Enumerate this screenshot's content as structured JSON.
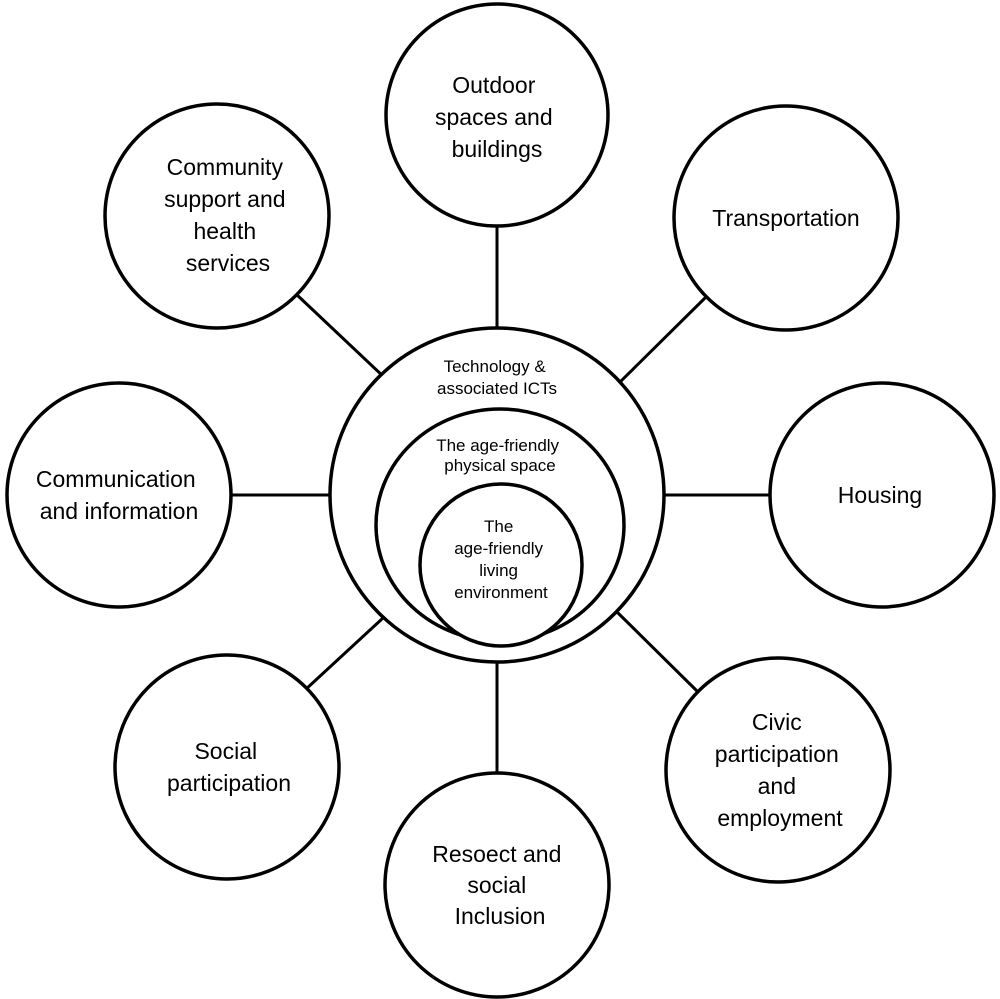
{
  "core": {
    "outer": [
      "Technology &",
      "associated ICTs"
    ],
    "middle": [
      "The age-friendly",
      "physical space"
    ],
    "inner": [
      "The",
      "age-friendly",
      "living",
      "environment"
    ]
  },
  "domains": [
    {
      "lines": [
        "Outdoor",
        "spaces and",
        "buildings"
      ]
    },
    {
      "lines": [
        "Transportation"
      ]
    },
    {
      "lines": [
        "Housing"
      ]
    },
    {
      "lines": [
        "Civic",
        "participation",
        "and",
        "employment"
      ]
    },
    {
      "lines": [
        "Resoect and",
        "social",
        "Inclusion"
      ]
    },
    {
      "lines": [
        "Social",
        "participation"
      ]
    },
    {
      "lines": [
        "Communication",
        "and information"
      ]
    },
    {
      "lines": [
        "Community",
        "support and",
        "health",
        "services"
      ]
    }
  ]
}
